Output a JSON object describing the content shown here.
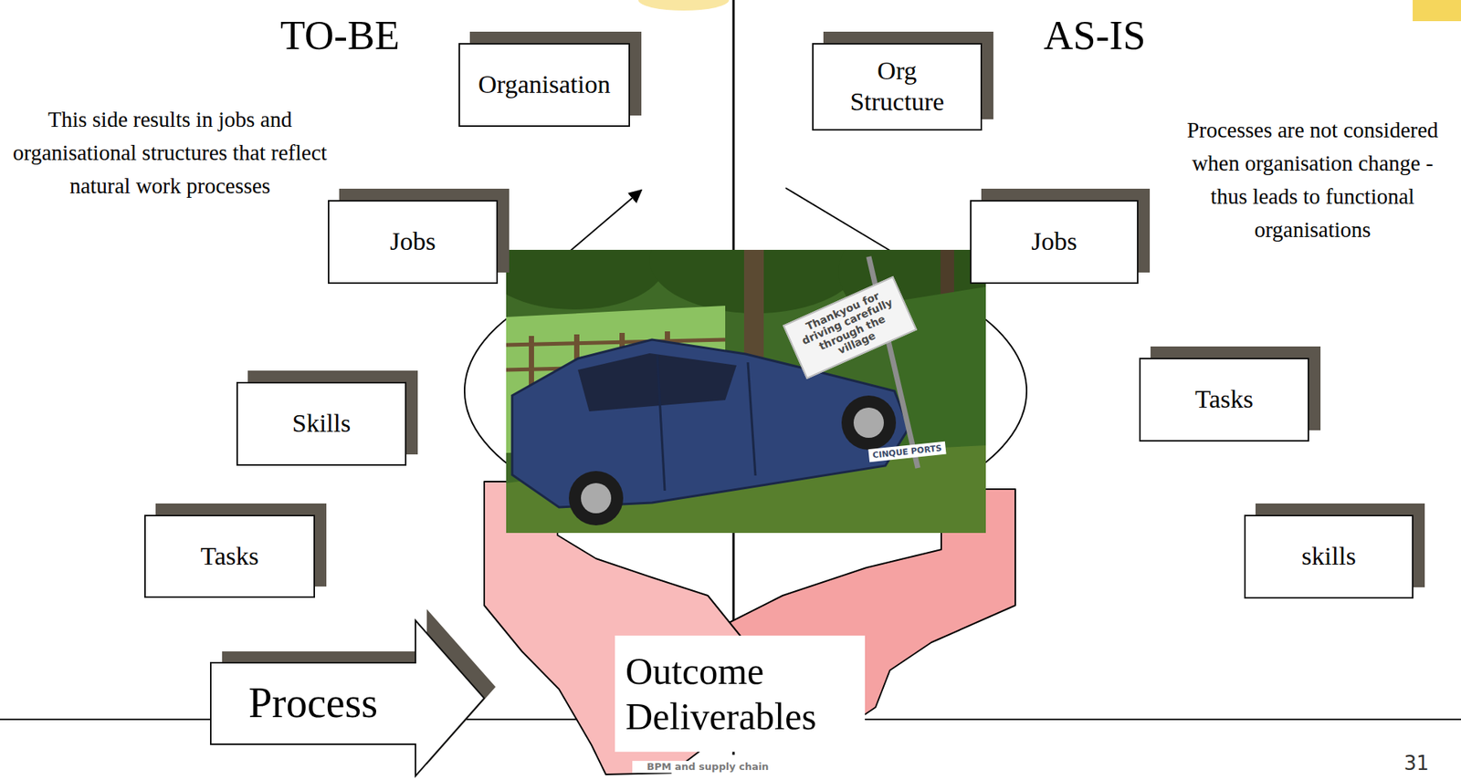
{
  "diagram": {
    "nodes": [
      {
        "text": [
          "Organisation"
        ]
      },
      {
        "text": [
          "Org Structure"
        ]
      },
      {
        "text": [
          "Jobs"
        ]
      },
      {
        "text": [
          "Jobs"
        ]
      },
      {
        "text": [
          "Tasks"
        ]
      },
      {
        "text": [
          "Skills"
        ]
      },
      {
        "text": [
          "Tasks"
        ]
      },
      {
        "text": [
          "skills"
        ]
      },
      {
        "text": [
          "Process"
        ]
      },
      {
        "text": [
          "Outcome Deliverables"
        ]
      }
    ],
    "labels": [
      "TO-BE",
      "AS-IS",
      "This side results in jobs and organisational structures that reflect natural work processes",
      "Processes are not considered when organisation change - thus leads to functional organisations",
      "Thankyou for driving carefully through the village",
      "CINQUE PORTS",
      "BPM and supply chain",
      "31"
    ]
  }
}
